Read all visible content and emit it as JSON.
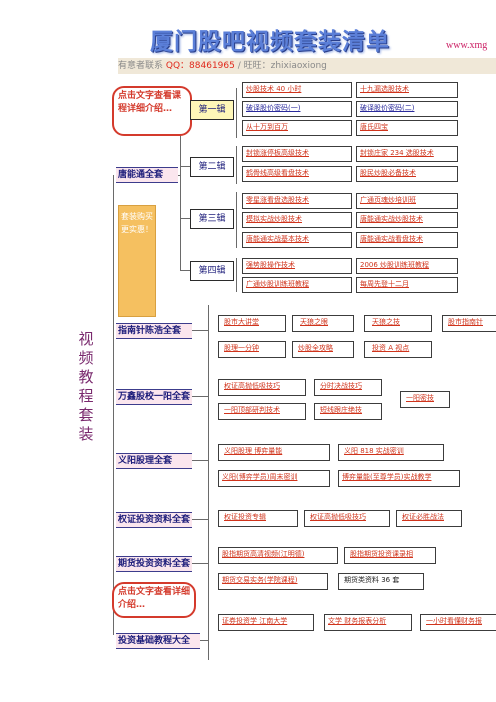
{
  "header": {
    "title": "厦门股吧视频套装清单",
    "url": "www.xmg",
    "contact_prefix": "有意者联系 ",
    "qq_label": "QQ：",
    "qq_number": "88461965",
    "sep": "  /  旺旺：",
    "wangwang": "zhixiaoxiong"
  },
  "side_title": "视频教程套装",
  "callouts": {
    "top": "点击文字查看课程详细介绍…",
    "bottom": "点击文字查看详细介绍…"
  },
  "promo": "套装购买更实惠！",
  "categories": [
    {
      "label": "唐能通全套"
    },
    {
      "label": "指南针陈浩全套"
    },
    {
      "label": "万鑫股校一阳全套"
    },
    {
      "label": "义阳股理全套"
    },
    {
      "label": "权证投资资料全套"
    },
    {
      "label": "期货投资资料全套"
    },
    {
      "label": "投资基础教程大全"
    }
  ],
  "tang_subs": [
    {
      "label": "第一辑",
      "items": [
        "炒股技术 40 小时",
        "十九漏选股技术",
        "破译股价密码(一)",
        "破译股价密码(二)",
        "从十万到百万",
        "唐氏四宝"
      ]
    },
    {
      "label": "第二辑",
      "items": [
        "封锁涨停板高级技术",
        "封锁庄家 234 选股技术",
        "鹤骨线高级看盘技术",
        "股民炒股必备技术"
      ]
    },
    {
      "label": "第三辑",
      "items": [
        "零星涨看盘选股技术",
        "广通页魂炒培训班",
        "模拟实战炒股技术",
        "唐能通实战炒股技术",
        "唐能通实战基本技术",
        "唐能通实战看盘技术"
      ]
    },
    {
      "label": "第四辑",
      "items": [
        "强势股操作技术",
        "2006 炒股训练班教程",
        "广通炒股训练班教程",
        "每周先登十二月"
      ]
    }
  ],
  "znz_items": [
    "股市大讲堂",
    "天狼之眼",
    "天狼之技",
    "股市指南针",
    "股理一分钟",
    "炒股全攻略",
    "投资 A 视点"
  ],
  "wx_items": [
    "权证高抛低吸技巧",
    "分时决战技巧",
    "一阳顶部研判技术",
    "短线跟庄绝技",
    "一阳密技"
  ],
  "yy_items": [
    "义阳股理  博弈量能",
    "义阳 818 实战密训",
    "义阳(博弈学员)周末密训",
    "博弈量能(至尊学员)实战教学"
  ],
  "qz_items": [
    "权证投资专辑",
    "权证高抛低吸技巧",
    "权证必胜战法"
  ],
  "qh_items": [
    "股指期货高清视频(江明德)",
    "股指期货投资课录相",
    "期货交易实务(学院课程)",
    "期货类资料 36 套"
  ],
  "jc_items": [
    "证券投资学 江南大学",
    "文学 财务报表分析",
    "一小时看懂财务报"
  ],
  "colors": {
    "accent": "#5b7fd8",
    "category_bg": "#fbe6ee",
    "promo": "#f5c060",
    "callout": "#d43a2c"
  }
}
